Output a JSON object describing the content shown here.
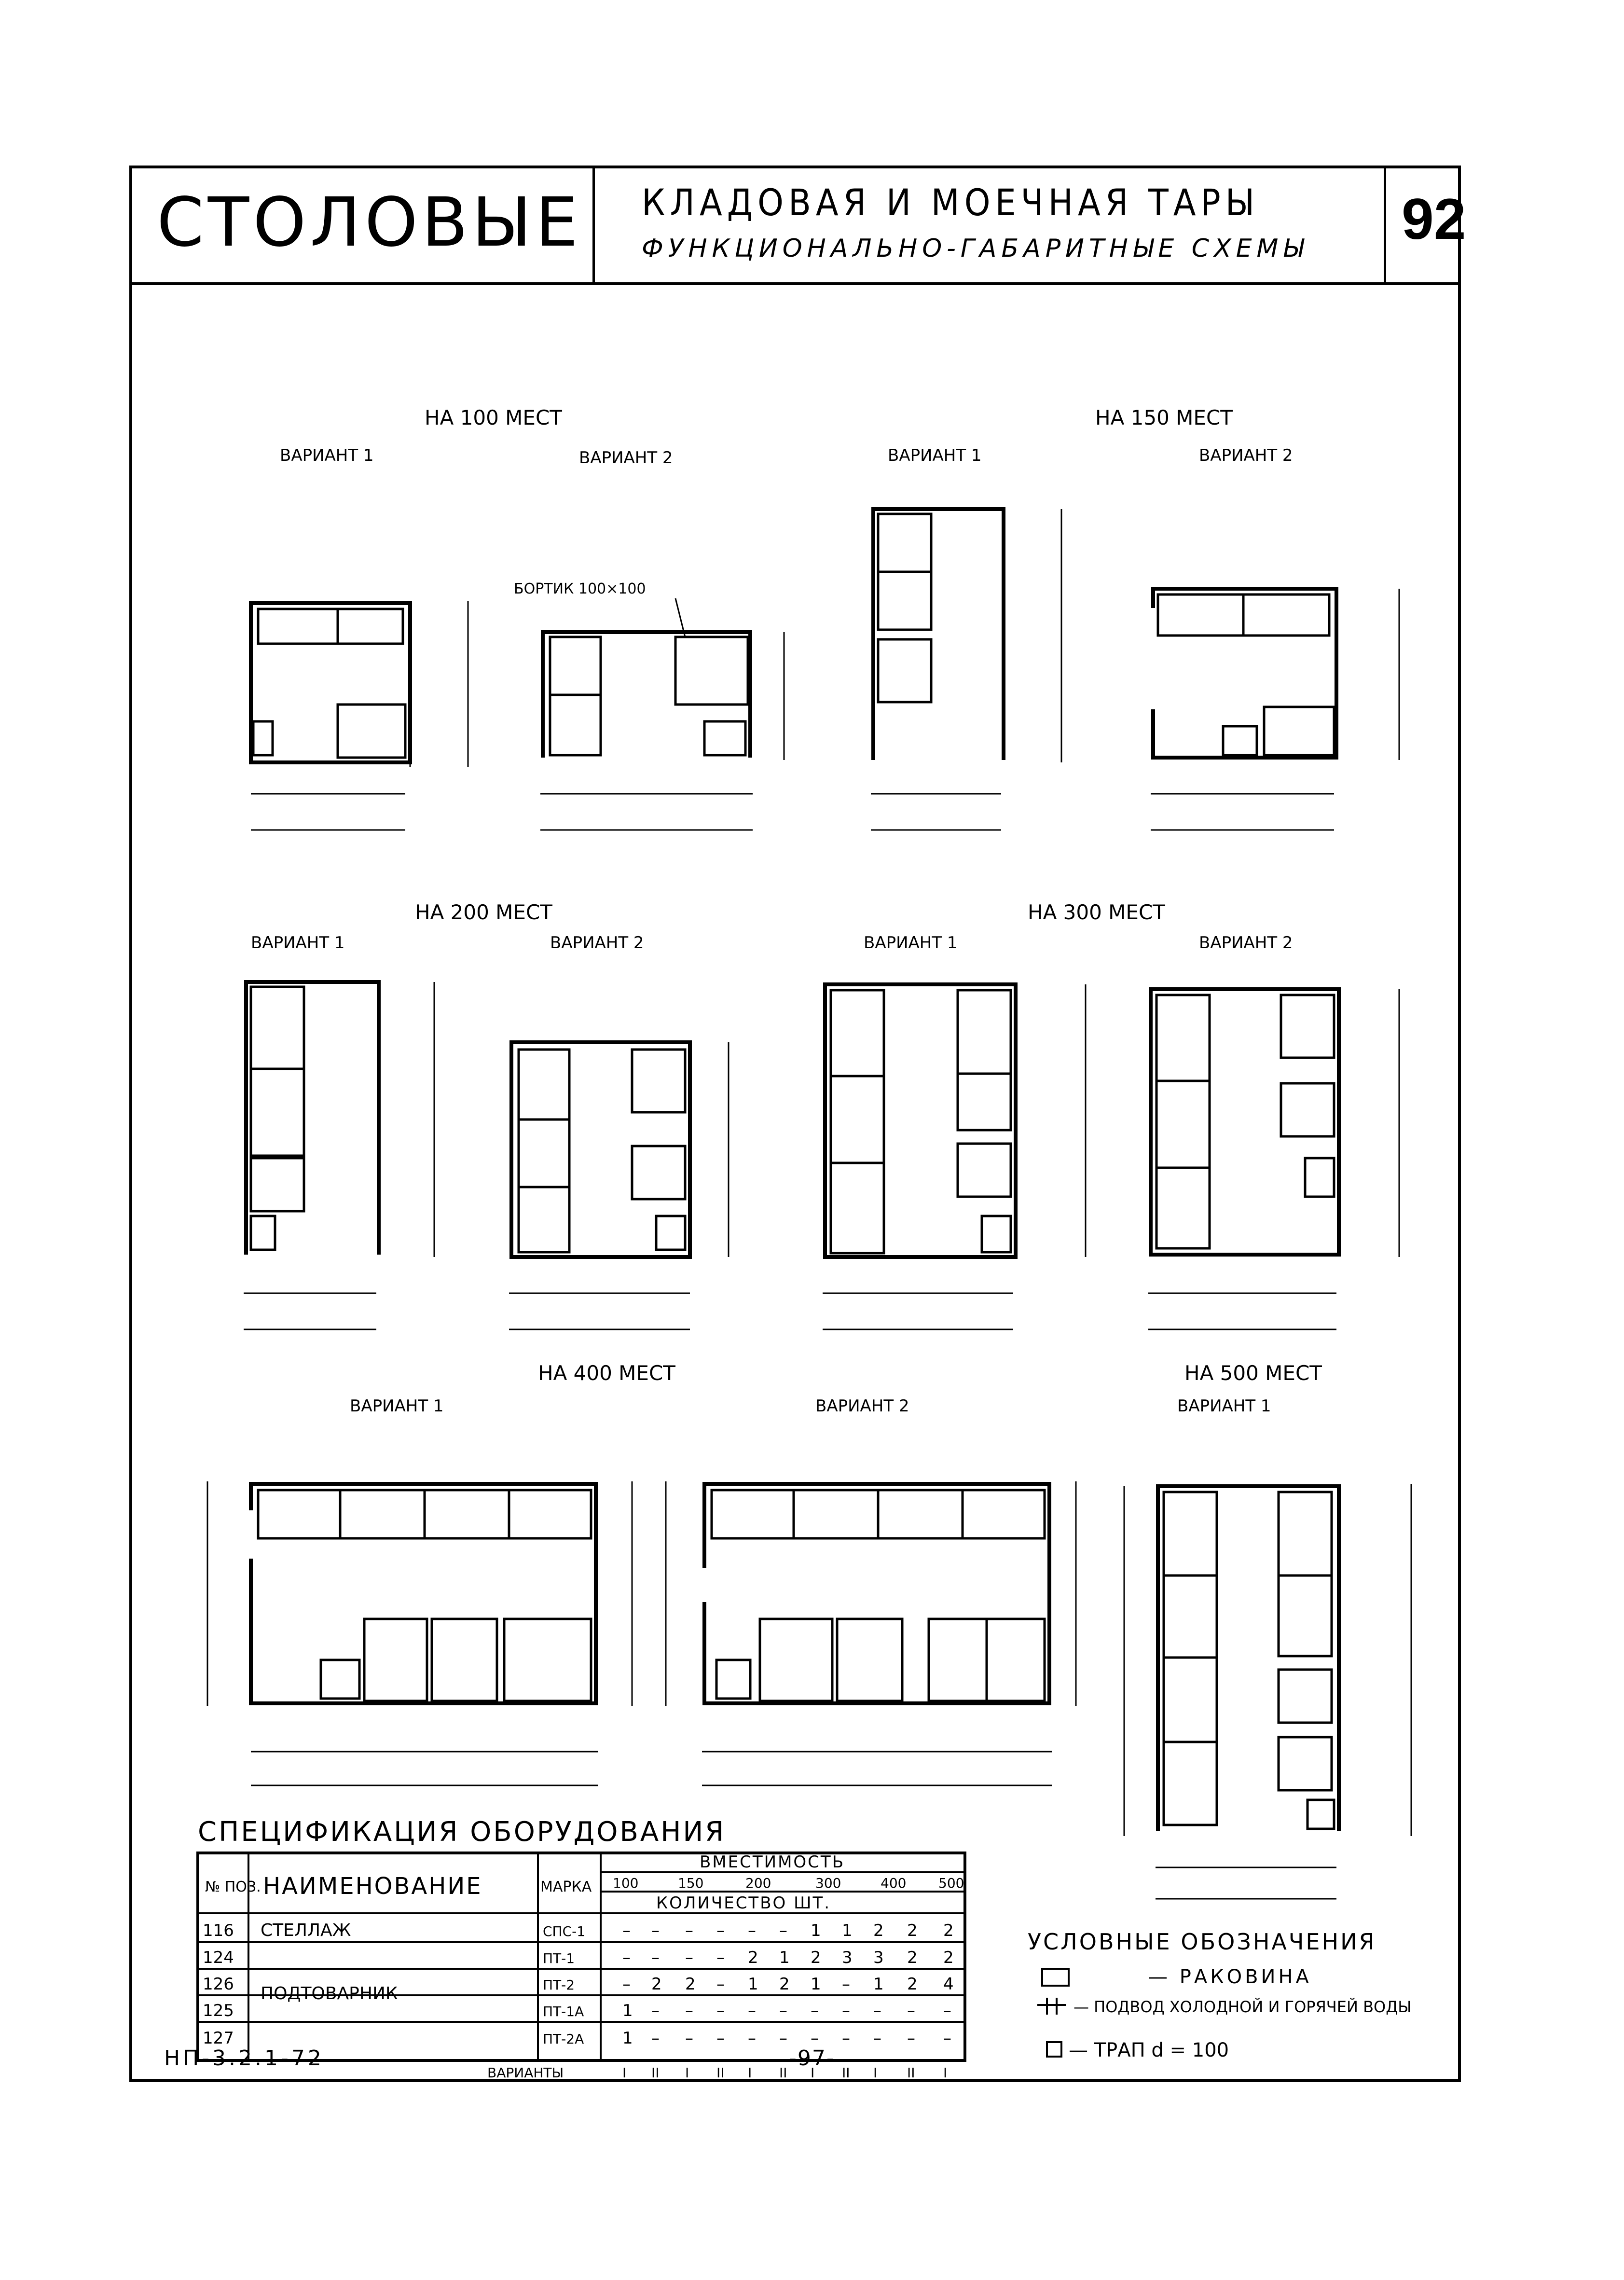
{
  "header": {
    "section": "СТОЛОВЫЕ",
    "title": "КЛАДОВАЯ И МОЕЧНАЯ ТАРЫ",
    "subtitle": "ФУНКЦИОНАЛЬНО-ГАБАРИТНЫЕ СХЕМЫ",
    "page_number": "92"
  },
  "groups": {
    "g100": "НА 100 МЕСТ",
    "g150": "НА 150 МЕСТ",
    "g200": "НА 200 МЕСТ",
    "g300": "НА 300 МЕСТ",
    "g400": "НА 400 МЕСТ",
    "g500": "НА 500 МЕСТ"
  },
  "variants": {
    "v1": "ВАРИАНТ 1",
    "v2": "ВАРИАНТ 2"
  },
  "note_bortik": "БОРТИК 100×100",
  "spec": {
    "title": "СПЕЦИФИКАЦИЯ ОБОРУДОВАНИЯ",
    "head_pos": "№ ПОЗ.",
    "head_name": "НАИМЕНОВАНИЕ",
    "head_mark": "МАРКА",
    "head_capacity": "ВМЕСТИМОСТЬ",
    "head_qty": "КОЛИЧЕСТВО ШТ.",
    "capacities": [
      "100",
      "150",
      "200",
      "300",
      "400",
      "500"
    ],
    "rows": [
      {
        "pos": "116",
        "name": "СТЕЛЛАЖ",
        "mark": "СПС-1",
        "vals": [
          "–",
          "–",
          "–",
          "–",
          "–",
          "–",
          "1",
          "1",
          "2",
          "2",
          "2"
        ]
      },
      {
        "pos": "124",
        "name": "",
        "mark": "ПТ-1",
        "vals": [
          "–",
          "–",
          "–",
          "–",
          "2",
          "1",
          "2",
          "3",
          "3",
          "2",
          "2"
        ]
      },
      {
        "pos": "126",
        "name": "ПОДТОВАРНИК",
        "mark": "ПТ-2",
        "vals": [
          "–",
          "2",
          "2",
          "–",
          "1",
          "2",
          "1",
          "–",
          "1",
          "2",
          "4"
        ]
      },
      {
        "pos": "125",
        "name": "",
        "mark": "ПТ-1А",
        "vals": [
          "1",
          "–",
          "–",
          "–",
          "–",
          "–",
          "–",
          "–",
          "–",
          "–",
          "–"
        ]
      },
      {
        "pos": "127",
        "name": "",
        "mark": "ПТ-2А",
        "vals": [
          "1",
          "–",
          "–",
          "–",
          "–",
          "–",
          "–",
          "–",
          "–",
          "–",
          "–"
        ]
      }
    ],
    "variants_label": "ВАРИАНТЫ",
    "variant_marks": [
      "I",
      "II",
      "I",
      "II",
      "I",
      "II",
      "I",
      "II",
      "I",
      "II",
      "I"
    ]
  },
  "legend": {
    "title": "УСЛОВНЫЕ ОБОЗНАЧЕНИЯ",
    "sink": "— РАКОВИНА",
    "water": "— ПОДВОД ХОЛОДНОЙ И ГОРЯЧЕЙ ВОДЫ",
    "drain": "— ТРАП  d = 100"
  },
  "footer": {
    "code": "НП-3.2.1-72",
    "page": "-97-"
  }
}
